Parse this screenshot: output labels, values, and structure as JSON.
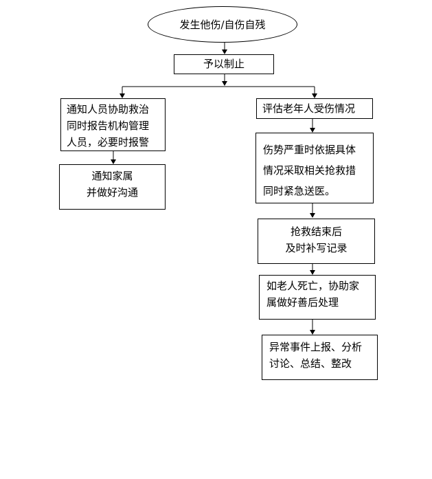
{
  "start": "发生他伤/自伤自残",
  "stop": "予以制止",
  "left": {
    "notify_staff": "通知人员协助救治\n同时报告机构管理\n人员，必要时报警",
    "notify_family": "通知家属\n并做好沟通"
  },
  "right": {
    "assess": "评估老年人受伤情况",
    "rescue": "伤势严重时依据具体\n情况采取相关抢救措\n同时紧急送医。",
    "record": "抢救结束后\n及时补写记录",
    "death": "如老人死亡，协助家\n属做好善后处理",
    "report": "异常事件上报、分析\n讨论、总结、整改"
  }
}
